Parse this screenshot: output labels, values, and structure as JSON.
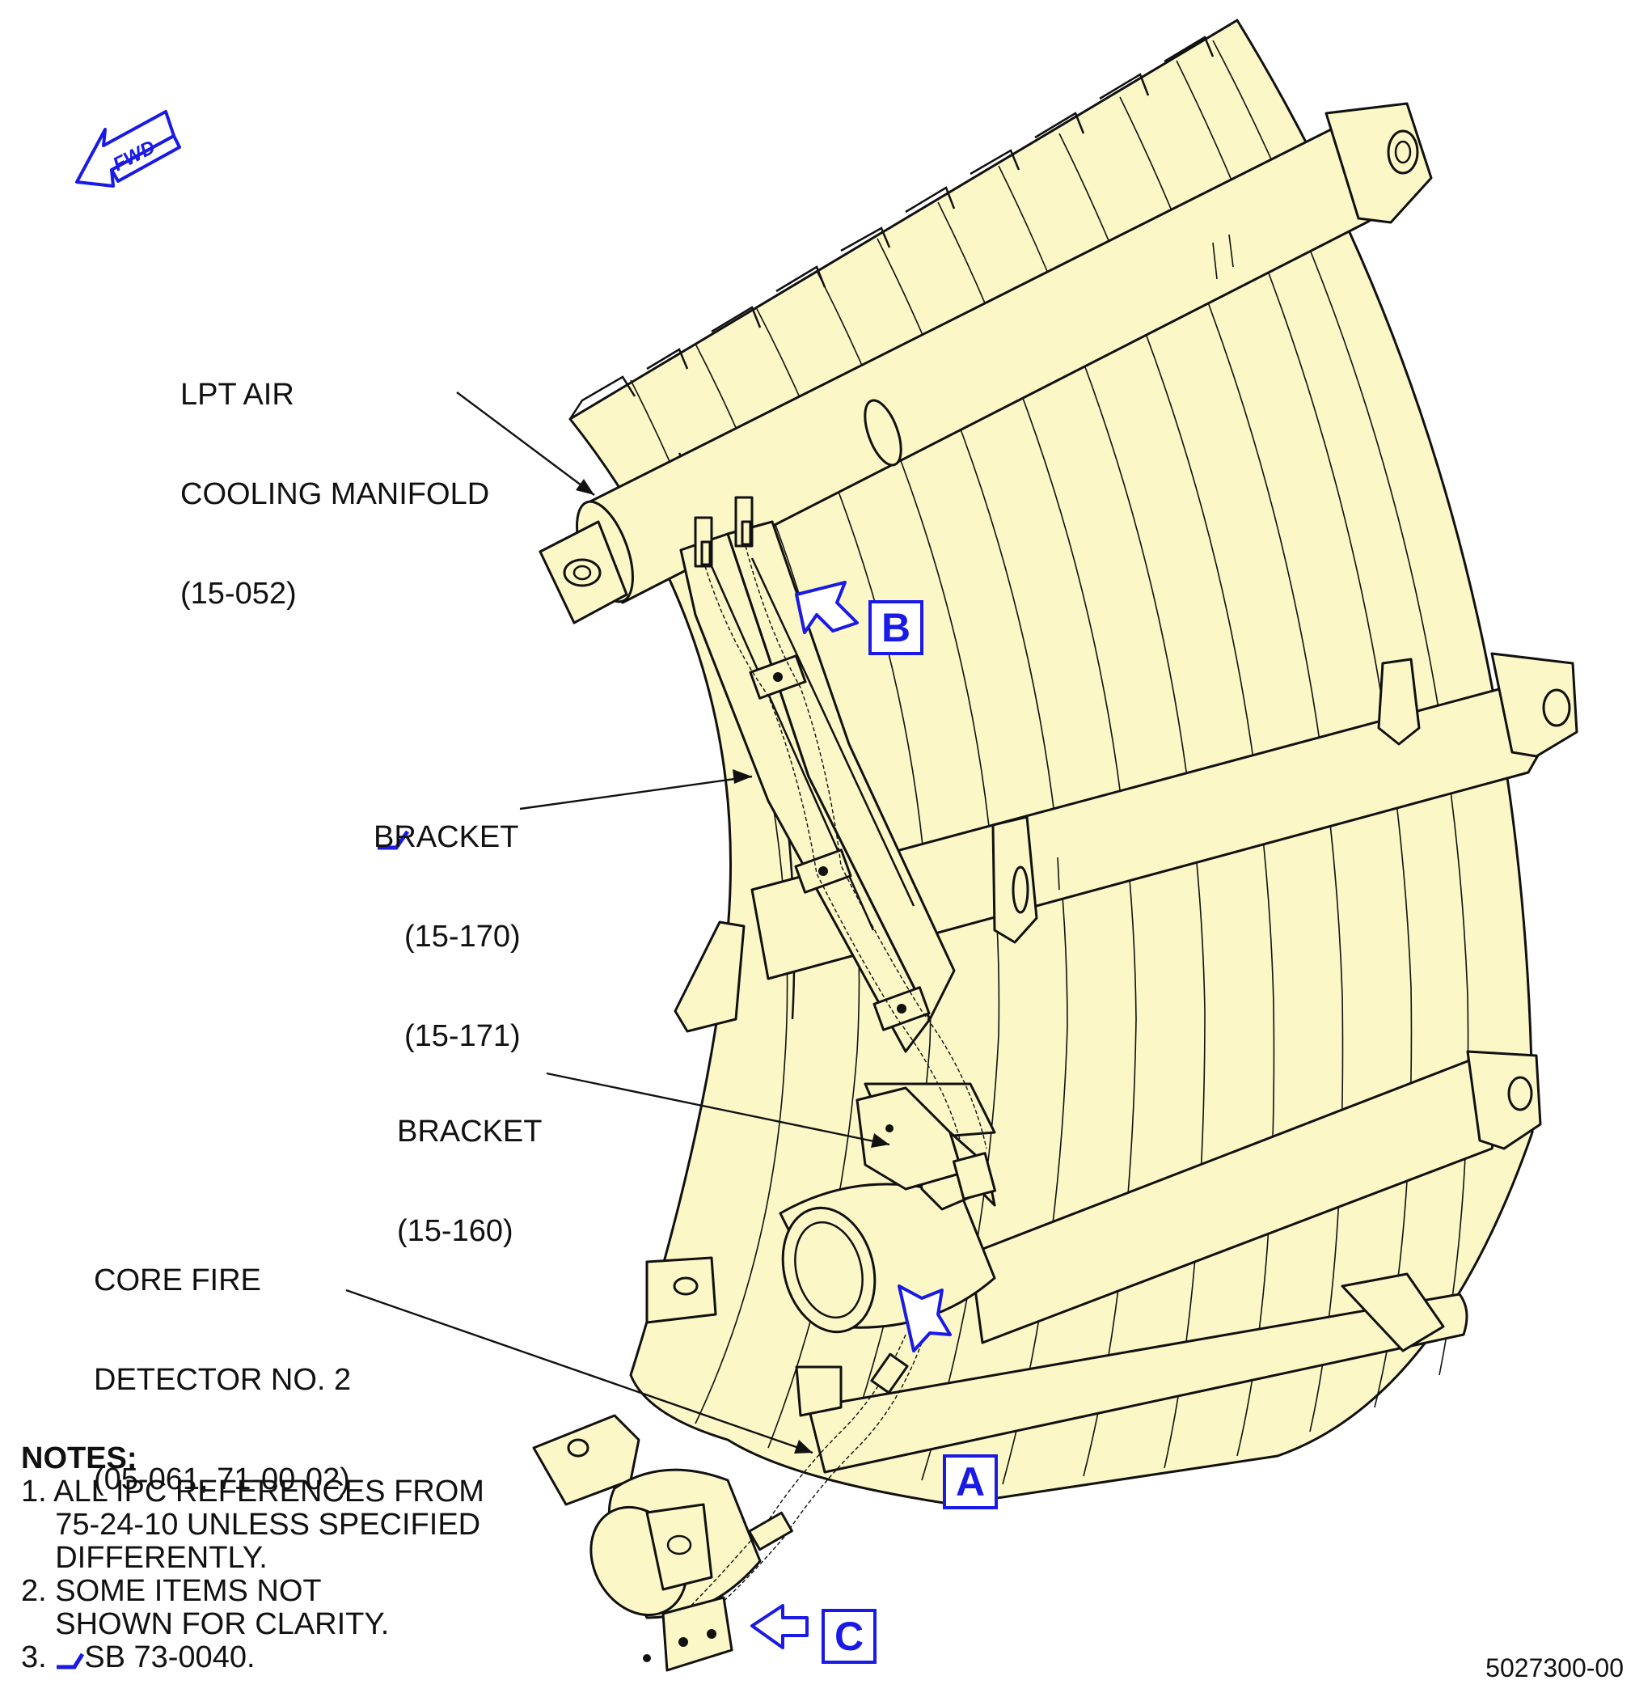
{
  "orientation": {
    "label": "FWD"
  },
  "labels": {
    "lpt_manifold": {
      "lines": [
        "LPT AIR",
        "COOLING MANIFOLD",
        "(15-052)"
      ]
    },
    "bracket_170": {
      "line1": "BRACKET",
      "line2": "(15-170)",
      "line3": "(15-171)"
    },
    "bracket_160": {
      "line1": "BRACKET",
      "line2": "(15-160)"
    },
    "core_fire_detector": {
      "lines": [
        "CORE FIRE",
        "DETECTOR NO. 2",
        "(05-061, 71-00-02)"
      ]
    }
  },
  "callouts": {
    "a": "A",
    "b": "B",
    "c": "C"
  },
  "notes": {
    "title": "NOTES:",
    "n1": [
      "1. ALL IPC REFERENCES FROM",
      "    75-24-10 UNLESS SPECIFIED",
      "    DIFFERENTLY."
    ],
    "n2": [
      "2. SOME ITEMS NOT",
      "    SHOWN FOR CLARITY."
    ],
    "n3_prefix": "3. ",
    "n3_text": "SB 73-0040."
  },
  "figure_id": "5027300-00",
  "colors": {
    "part_fill": "#fbf7c7",
    "callout_blue": "#1a1ae6",
    "line": "#111111"
  }
}
